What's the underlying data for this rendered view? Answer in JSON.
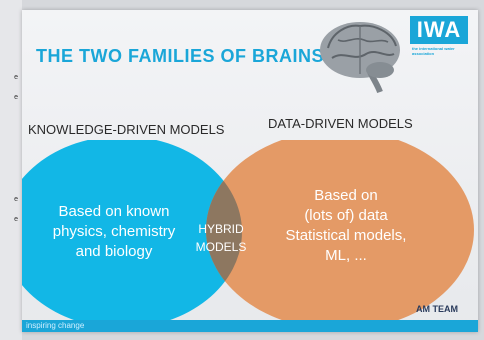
{
  "slide": {
    "title": "THE TWO FAMILIES OF BRAINS",
    "left_heading": "KNOWLEDGE-DRIVEN MODELS",
    "right_heading": "DATA-DRIVEN MODELS",
    "left_circle": {
      "lines": [
        "Based on known",
        "physics, chemistry",
        "and biology"
      ]
    },
    "right_circle": {
      "lines": [
        "Based on",
        "(lots of) data",
        "Statistical models,",
        "ML, ..."
      ]
    },
    "overlap": {
      "lines": [
        "HYBRID",
        "MODELS"
      ]
    },
    "footer": "inspiring change",
    "team_label": "AM TEAM"
  },
  "logo": {
    "text": "IWA",
    "subtitle": "the international water association"
  },
  "side_notes": [
    "e",
    "e",
    "e",
    "e"
  ],
  "colors": {
    "accent": "#1aa6d8",
    "left_circle": "#12b7e6",
    "right_circle": "#e49a66",
    "overlap": "#8d7760"
  }
}
